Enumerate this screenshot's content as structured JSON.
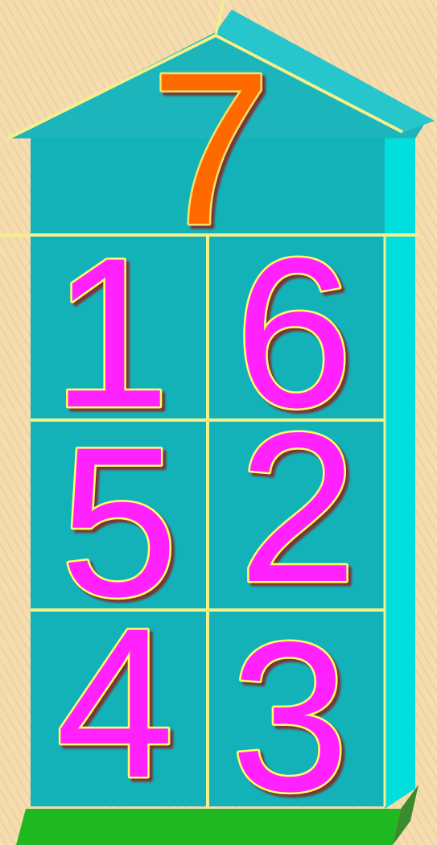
{
  "house": {
    "roof_number": "7",
    "rows": [
      {
        "left": "1",
        "right": "6"
      },
      {
        "left": "5",
        "right": "2"
      },
      {
        "left": "4",
        "right": "3"
      }
    ]
  },
  "colors": {
    "background": "#f6ddb0",
    "house_body": "#13b2b8",
    "house_side": "#00e0e0",
    "roof_top": "#1bb5bb",
    "grid_lines": "#f4f08a",
    "roof_number_fill": "#ff6a00",
    "roof_number_outline": "#f4e36a",
    "digit_fill": "#ff22ff",
    "digit_outline": "#ffff66",
    "ground": "#20b820"
  }
}
